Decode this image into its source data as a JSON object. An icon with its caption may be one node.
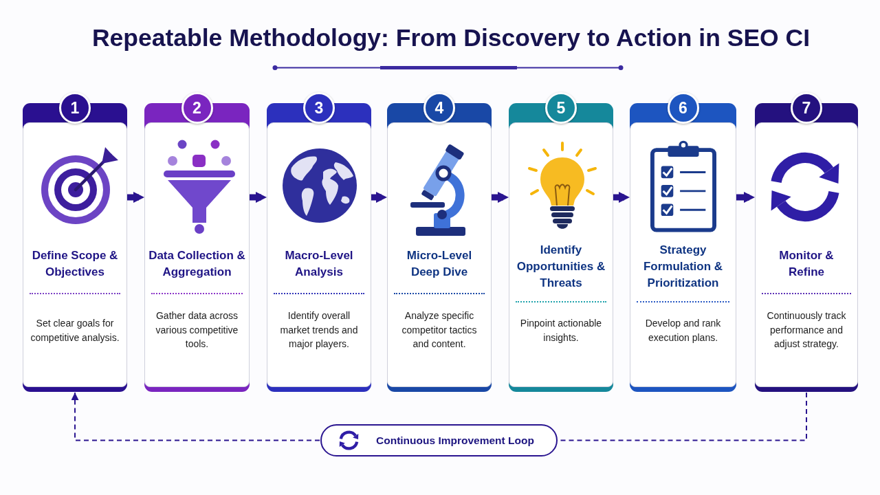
{
  "diagram": {
    "title": "Repeatable Methodology: From Discovery to Action in SEO CI",
    "nodes": [
      {
        "text": [
          "1",
          "Define Scope & Objectives",
          "Set clear goals for competitive analysis."
        ]
      },
      {
        "text": [
          "2",
          "Data Collection & Aggregation",
          "Gather data across various competitive tools."
        ]
      },
      {
        "text": [
          "3",
          "Macro-Level Analysis",
          "Identify overall market trends and major players."
        ]
      },
      {
        "text": [
          "4",
          "Micro-Level Deep Dive",
          "Analyze specific competitor tactics and content."
        ]
      },
      {
        "text": [
          "5",
          "Identify Opportunities & Threats",
          "Pinpoint actionable insights."
        ]
      },
      {
        "text": [
          "6",
          "Strategy Formulation & Prioritization",
          "Develop and rank execution plans."
        ]
      },
      {
        "text": [
          "7",
          "Monitor & Refine",
          "Continuously track performance and adjust strategy."
        ]
      },
      {
        "text": [
          "Continuous Improvement Loop"
        ]
      }
    ],
    "edges": [
      {
        "from": 0,
        "to": 1,
        "arrow": "to"
      },
      {
        "from": 1,
        "to": 2,
        "arrow": "to"
      },
      {
        "from": 2,
        "to": 3,
        "arrow": "to"
      },
      {
        "from": 3,
        "to": 4,
        "arrow": "to"
      },
      {
        "from": 4,
        "to": 5,
        "arrow": "to"
      },
      {
        "from": 5,
        "to": 6,
        "arrow": "to"
      },
      {
        "from": 6,
        "to": 7,
        "arrow": "none",
        "style": "dashed"
      },
      {
        "from": 7,
        "to": 0,
        "arrow": "to",
        "style": "dashed"
      }
    ]
  }
}
